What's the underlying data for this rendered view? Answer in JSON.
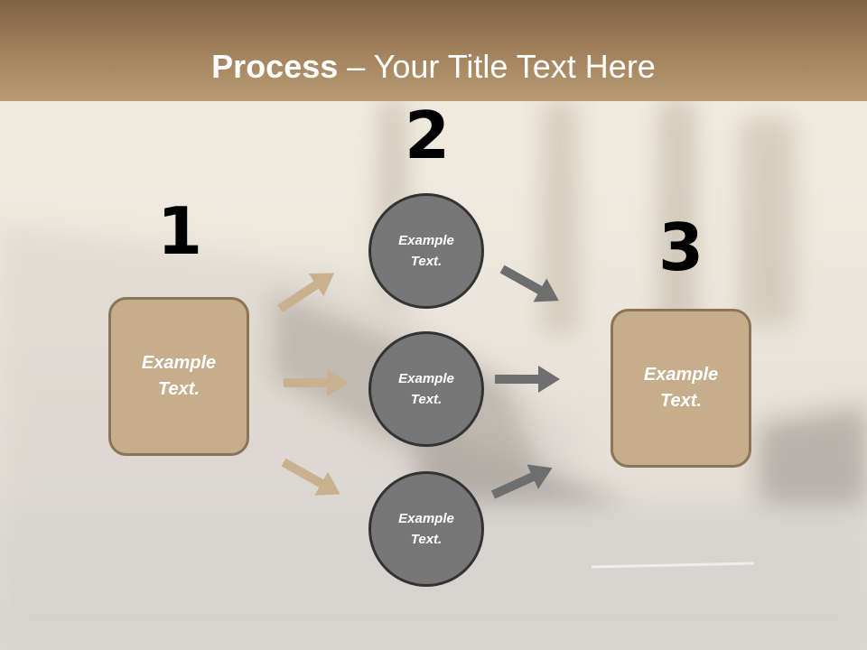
{
  "title": {
    "bold": "Process",
    "rest": " – Your Title Text Here"
  },
  "numbers": [
    "1",
    "2",
    "3"
  ],
  "left_box": {
    "line1": "Example",
    "line2": "Text."
  },
  "right_box": {
    "line1": "Example",
    "line2": "Text."
  },
  "circles": [
    {
      "line1": "Example",
      "line2": "Text."
    },
    {
      "line1": "Example",
      "line2": "Text."
    },
    {
      "line1": "Example",
      "line2": "Text."
    }
  ],
  "colors": {
    "title_band": "#a3845e",
    "box_fill": "#c6ad8b",
    "box_border": "#8b7558",
    "circle_fill": "#777777",
    "circle_border": "#333333",
    "arrow_tan": "#c9b08f",
    "arrow_gray": "#6e6e6e"
  }
}
